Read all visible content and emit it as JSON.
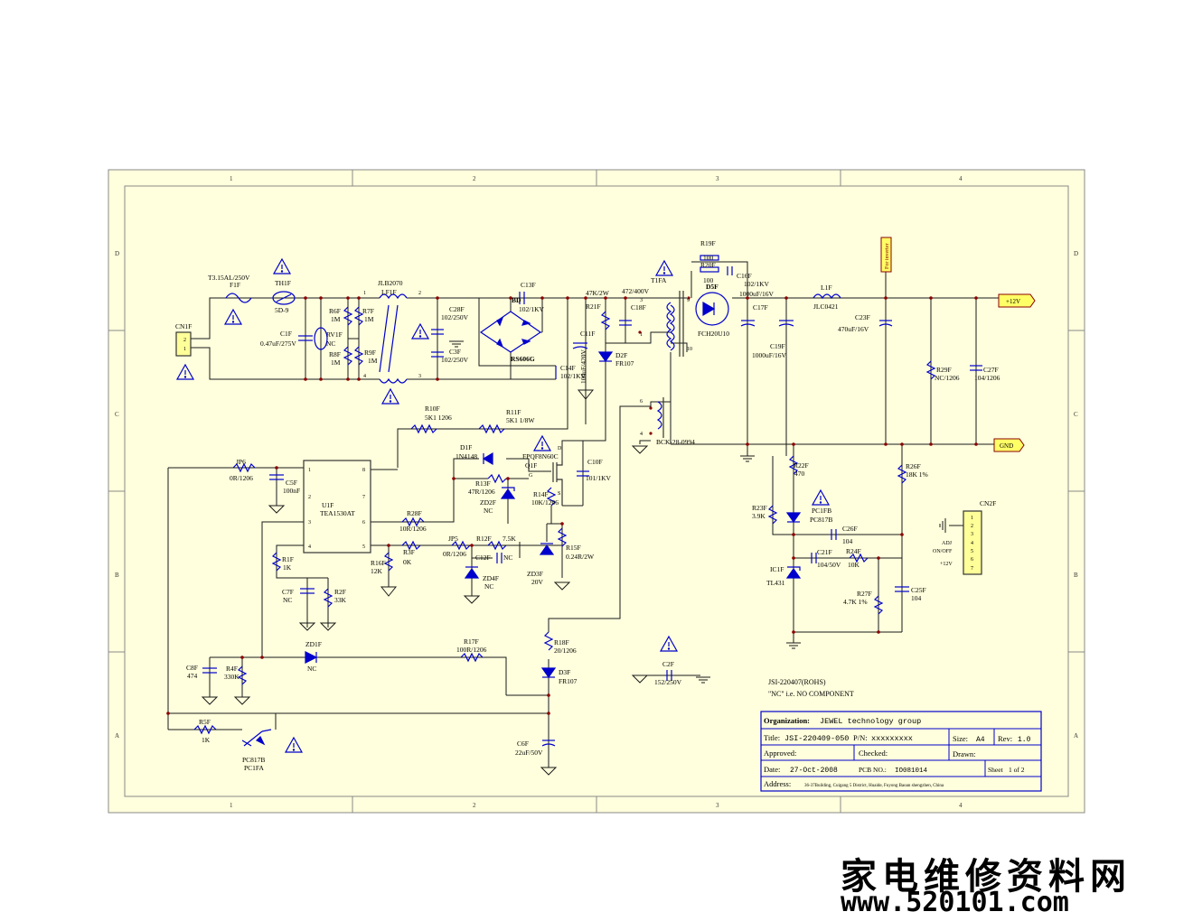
{
  "sheet": {
    "col_markers": [
      "1",
      "2",
      "3",
      "4"
    ],
    "row_markers": [
      "D",
      "C",
      "B",
      "A"
    ]
  },
  "title_block": {
    "organization_label": "Organization:",
    "organization_value": "JEWEL technology group",
    "title_label": "Title:",
    "title_value": "JSI-220409-050",
    "pn_label": "P/N:",
    "pn_value": "xxxxxxxxx",
    "size_label": "Size:",
    "size_value": "A4",
    "rev_label": "Rev:",
    "rev_value": "1.0",
    "approved_label": "Approved:",
    "checked_label": "Checked:",
    "drawn_label": "Drawn:",
    "date_label": "Date:",
    "date_value": "27-Oct-2008",
    "pcb_label": "PCB NO.:",
    "pcb_value": "IO081014",
    "sheet_label": "Sheet",
    "sheet_value": "1 of 2",
    "address_label": "Address:",
    "address_value": "36-37Building, Cuigang 5 District, Huaide, Fuyong Baoan shengzhen, China"
  },
  "notes": {
    "model": "JSI-220407(ROHS)",
    "nc_note": "\"NC\" i.e. NO COMPONENT"
  },
  "labels": {
    "cn1f": "CN1F",
    "cn1f_p2": "2",
    "cn1f_p1": "1",
    "f1f_rating": "T3.15AL/250V",
    "f1f": "F1F",
    "th1f": "TH1F",
    "th1f_val": "5D-9",
    "c1f": "C1F",
    "c1f_val": "0.47uF/275V",
    "rv1f": "RV1F",
    "rv1f_val": "NC",
    "r6f": "R6F",
    "r6f_val": "1M",
    "r7f": "R7F",
    "r7f_val": "1M",
    "r8f": "R8F",
    "r8f_val": "1M",
    "r9f": "R9F",
    "r9f_val": "1M",
    "jlb": "JLB2070",
    "lf1f": "LF1F",
    "lf_p1": "1",
    "lf_p2": "2",
    "lf_p3": "3",
    "lf_p4": "4",
    "c28f": "C28F",
    "c28f_val": "102/250V",
    "c3f": "C3F",
    "c3f_val": "102/250V",
    "c13f": "C13F",
    "c13f_val": "102/1KV",
    "bd": "BD",
    "rs606g": "RS606G",
    "c11f": "C11F",
    "c11f_val": "100uF/420V",
    "c14f": "C14F",
    "c14f_val": "102/1KV",
    "r21f_val": "47K/2W",
    "r21f": "R21F",
    "c18f_val": "472/400V",
    "c18f": "C18F",
    "d2f": "D2F",
    "d2f_val": "FR107",
    "t1fa": "T1FA",
    "t_p3": "3",
    "t_p1": "1",
    "t_p6": "6",
    "t_p4": "4",
    "t_p9": "9",
    "t_p10": "10",
    "bck": "BCK-28-0994",
    "r19f": "R19F",
    "r19f_val": "100",
    "r20f": "R20F",
    "r20f_val": "100",
    "c16f": "C16F",
    "c16f_val": "102/1KV",
    "d5f": "D5F",
    "d5f_val": "FCH20U10",
    "c17f_val": "1000uF/16V",
    "c17f": "C17F",
    "c19f": "C19F",
    "c19f_val": "1000uF/16V",
    "l1f": "L1F",
    "l1f_val": "JLC0421",
    "c23f": "C23F",
    "c23f_val": "470uF/16V",
    "for_inverter": "For inverter",
    "plus12v": "+12V",
    "gnd": "GND",
    "r29f": "R29F",
    "r29f_val": "NC/1206",
    "c27f": "C27F",
    "c27f_val": "104/1206",
    "r10f": "R10F",
    "r10f_val": "5K1 1206",
    "r11f": "R11F",
    "r11f_val": "5K1 1/8W",
    "jp6": "JP6",
    "jp6_val": "0R/1206",
    "c5f": "C5F",
    "c5f_val": "100nF",
    "u1f": "U1F",
    "u1f_val": "TEA1530AT",
    "u_p1": "1",
    "u_p2": "2",
    "u_p3": "3",
    "u_p4": "4",
    "u_p5": "5",
    "u_p6": "6",
    "u_p7": "7",
    "u_p8": "8",
    "d1f": "D1F",
    "d1f_val": "1N4148",
    "r13f": "R13F",
    "r13f_val": "47R/1206",
    "zd2f": "ZD2F",
    "zd2f_val": "NC",
    "q1f": "Q1F",
    "q1f_val": "FPQF8N60C",
    "q_d": "D",
    "q_g": "G",
    "q_s": "S",
    "c10f": "C10F",
    "c10f_val": "101/1KV",
    "r14f": "R14F",
    "r14f_val": "10K/1206",
    "r28f": "R28F",
    "r28f_val": "10R/1206",
    "r3f": "R3F",
    "r3f_val": "0K",
    "r16f": "R16F",
    "r16f_val": "12K",
    "jp5": "JP5",
    "jp5_val": "0R/1206",
    "r12f": "R12F",
    "r12f_val": "7.5K",
    "c12f": "C12F",
    "c12f_val": "NC",
    "zd4f": "ZD4F",
    "zd4f_val": "NC",
    "r15f": "R15F",
    "r15f_val": "0.24R/2W",
    "zd3f": "ZD3F",
    "zd3f_val": "20V",
    "r1f": "R1F",
    "r1f_val": "1K",
    "c7f": "C7F",
    "c7f_val": "NC",
    "r2f": "R2F",
    "r2f_val": "33K",
    "zd1f": "ZD1F",
    "zd1f_val": "NC",
    "r17f": "R17F",
    "r17f_val": "100R/1206",
    "r18f": "R18F",
    "r18f_val": "20/1206",
    "d3f": "D3F",
    "d3f_val": "FR107",
    "c8f": "C8F",
    "c8f_val": "474",
    "r4f": "R4F",
    "r4f_val": "330K",
    "r5f": "R5F",
    "r5f_val": "1K",
    "pc817b": "PC817B",
    "pc1fa": "PC1FA",
    "c6f": "C6F",
    "c6f_val": "22uF/50V",
    "c2f": "C2F",
    "c2f_val": "152/250V",
    "r22f": "R22F",
    "r22f_val": "470",
    "r26f": "R26F",
    "r26f_val": "18K 1%",
    "r23f": "R23F",
    "r23f_val": "3.9K",
    "pc1fb": "PC1FB",
    "pc1fb_val": "PC817B",
    "c26f": "C26F",
    "c26f_val": "104",
    "c21f": "C21F",
    "c21f_val": "104/50V",
    "r24f": "R24F",
    "r24f_val": "10K",
    "ic1f": "IC1F",
    "ic1f_val": "TL431",
    "r27f": "R27F",
    "r27f_val": "4.7K 1%",
    "c25f": "C25F",
    "c25f_val": "104",
    "cn2f": "CN2F",
    "cn2_pins": [
      "1",
      "2",
      "3",
      "4",
      "5",
      "6",
      "7"
    ],
    "adj": "ADJ",
    "onoff": "ON/OFF",
    "cn2_12v": "+12V"
  },
  "watermark": {
    "chinese": "家电维修资料网",
    "url": "www.520101.com"
  },
  "colors": {
    "paper": "#ffffdd",
    "wire": "#1a1a1a",
    "component": "#0000cc",
    "port": "#ffff66"
  }
}
